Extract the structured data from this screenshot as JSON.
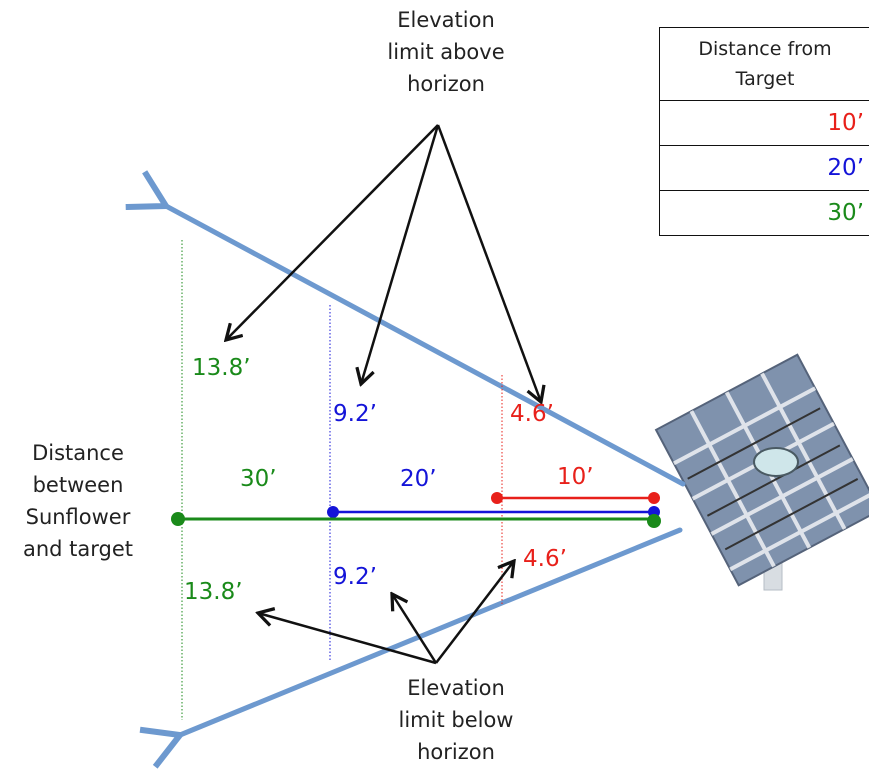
{
  "colors": {
    "green": "#1a8a1a",
    "blue": "#1414d8",
    "red": "#e8201a",
    "ray": "#6d99cf",
    "panel": "#8fa2bd"
  },
  "caption_top": [
    "Elevation",
    "limit above",
    "horizon"
  ],
  "caption_bottom": [
    "Elevation",
    "limit below",
    "horizon"
  ],
  "caption_left": [
    "Distance",
    "between",
    "Sunflower",
    "and target"
  ],
  "legend": {
    "header": [
      "Distance from",
      "Target"
    ],
    "rows": [
      {
        "label": "10’",
        "color": "red"
      },
      {
        "label": "20’",
        "color": "blue"
      },
      {
        "label": "30’",
        "color": "green"
      }
    ]
  },
  "distances": {
    "d30": "30’",
    "d20": "20’",
    "d10": "10’"
  },
  "elevation_above": {
    "e30": "13.8’",
    "e20": "9.2’",
    "e10": "4.6’"
  },
  "elevation_below": {
    "e30": "13.8’",
    "e20": "9.2’",
    "e10": "4.6’"
  }
}
